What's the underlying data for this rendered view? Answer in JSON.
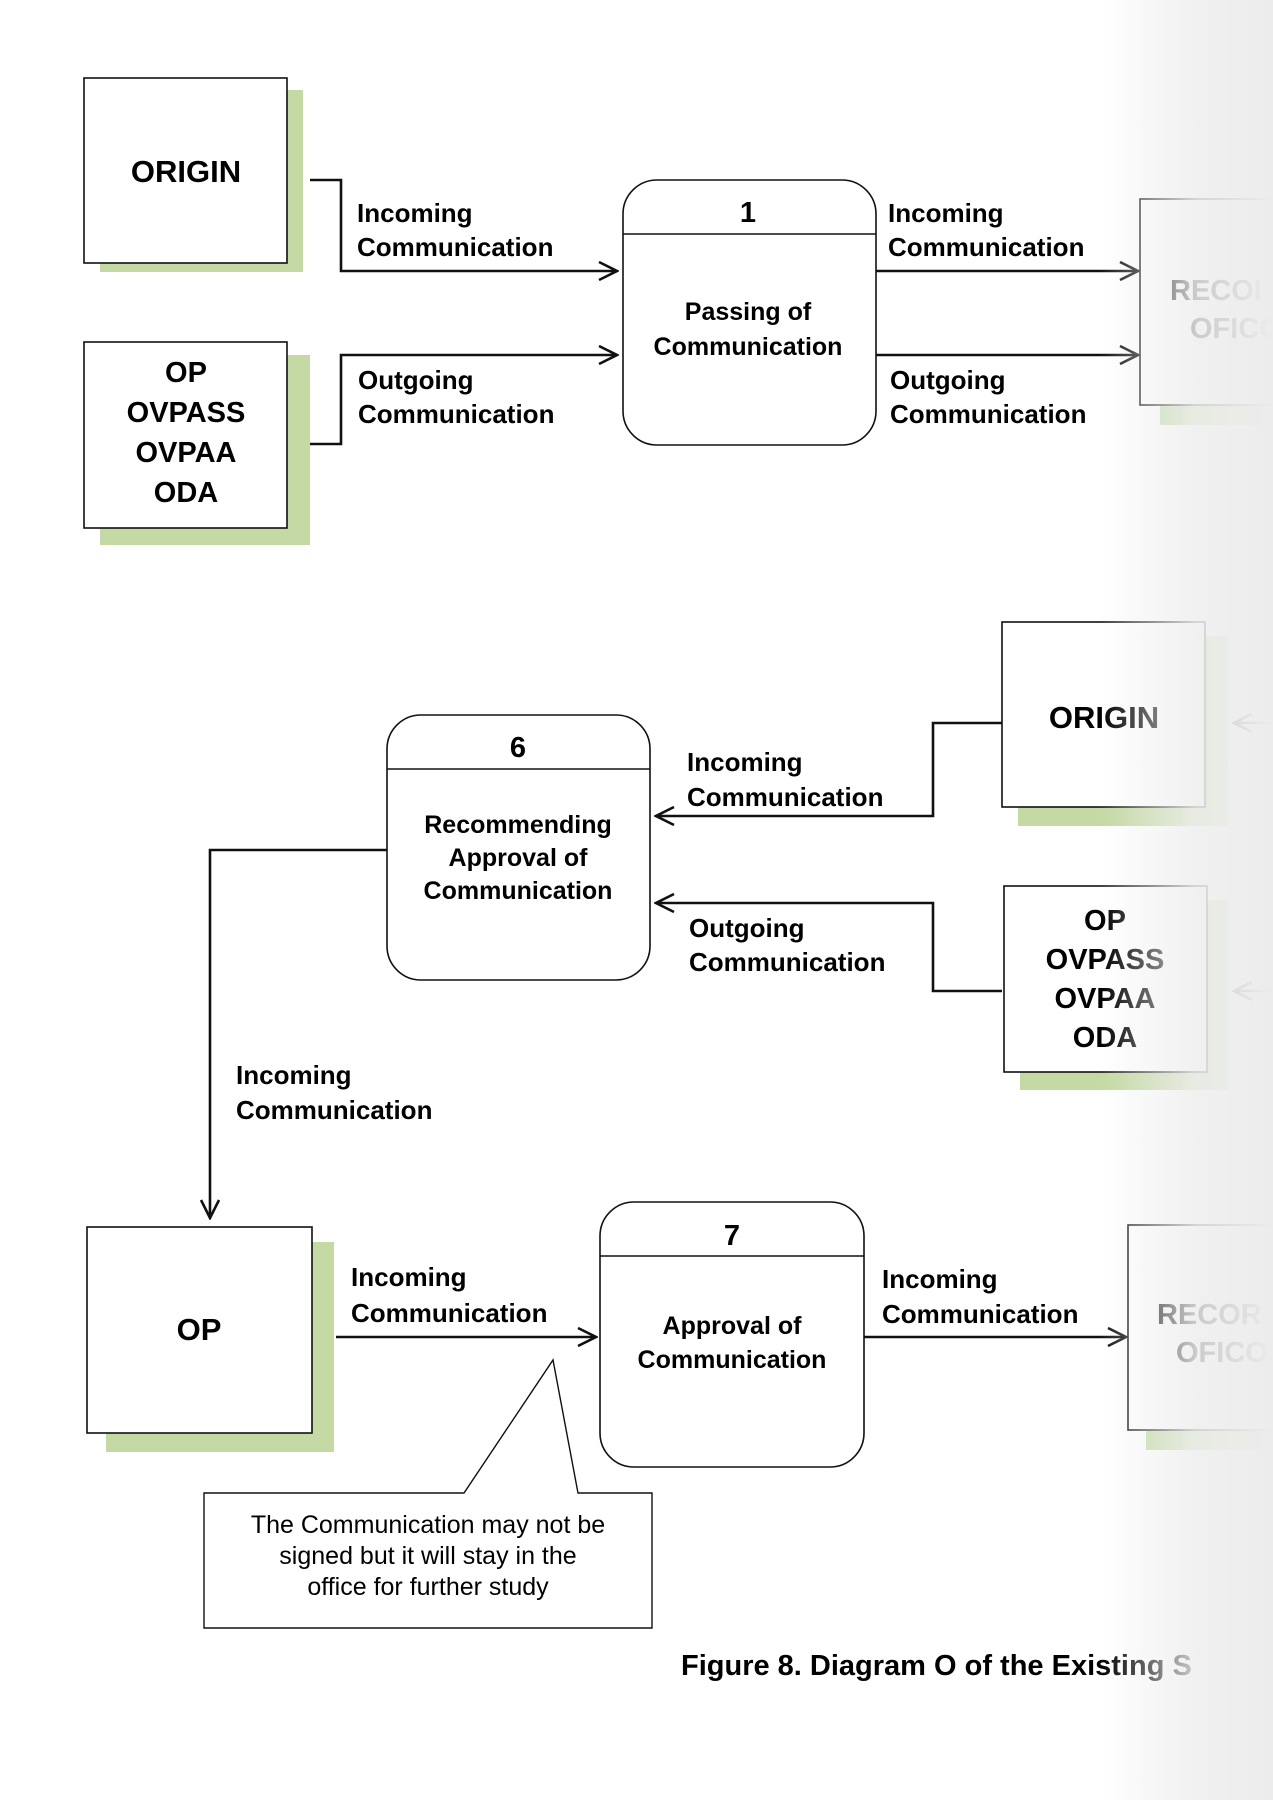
{
  "entities": {
    "origin_top": "ORIGIN",
    "offices_top": [
      "OP",
      "OVPASS",
      "OVPAA",
      "ODA"
    ],
    "records_top": [
      "RECOI",
      "OFICO"
    ],
    "origin_mid": "ORIGIN",
    "offices_mid": [
      "OP",
      "OVPASS",
      "OVPAA",
      "ODA"
    ],
    "op_bottom": "OP",
    "records_bottom": [
      "RECOR",
      "OFICO"
    ]
  },
  "processes": {
    "p1": {
      "number": "1",
      "label": [
        "Passing of",
        "Communication"
      ]
    },
    "p6": {
      "number": "6",
      "label": [
        "Recommending",
        "Approval of",
        "Communication"
      ]
    },
    "p7": {
      "number": "7",
      "label": [
        "Approval of",
        "Communication"
      ]
    }
  },
  "flows": {
    "in_top_left": [
      "Incoming",
      "Communication"
    ],
    "out_top_left": [
      "Outgoing",
      "Communication"
    ],
    "in_top_right": [
      "Incoming",
      "Communication"
    ],
    "out_top_right": [
      "Outgoing",
      "Communication"
    ],
    "in_mid": [
      "Incoming",
      "Communication"
    ],
    "out_mid": [
      "Outgoing",
      "Communication"
    ],
    "in_down": [
      "Incoming",
      "Communication"
    ],
    "in_bottom_left": [
      "Incoming",
      "Communication"
    ],
    "in_bottom_right": [
      "Incoming",
      "Communication"
    ]
  },
  "note": [
    "The Communication may not be",
    "signed but it will stay in the",
    "office for further study"
  ],
  "caption": "Figure 8. Diagram O of the Existing S",
  "colors": {
    "shadow": "#c4d9a3",
    "line": "#111111",
    "fill": "#ffffff"
  }
}
